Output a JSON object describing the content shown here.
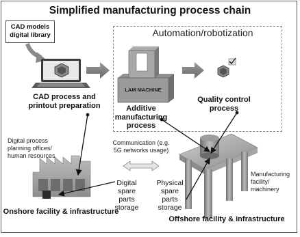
{
  "title": "Simplified manufacturing process chain",
  "library_box": "CAD models digital library",
  "automation_label": "Automation/robotization",
  "lam_label": "LAM MACHINE",
  "cad_label": "CAD process and printout preparation",
  "am_label": "Additive manufacturing process",
  "qc_label": "Quality control process",
  "planning_label": "Digital process planning offices/ human resources",
  "communication_label": "Communication (e.g. 5G networks usage)",
  "digital_spare_label": "Digital spare parts storage",
  "physical_spare_label": "Physical spare parts storage",
  "manufacturing_facility_label": "Manufacturing facility/ machinery",
  "onshore_label": "Onshore facility & infrastructure",
  "offshore_label": "Offshore facility & infrastructure"
}
